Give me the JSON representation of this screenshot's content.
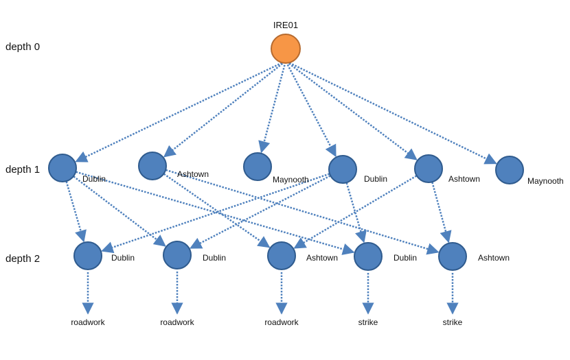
{
  "diagram": {
    "root_label": "IRE01",
    "depth_labels": [
      "depth 0",
      "depth 1",
      "depth 2"
    ],
    "depth1": [
      "Dublin",
      "Ashtown",
      "Maynooth",
      "Dublin",
      "Ashtown",
      "Maynooth"
    ],
    "depth2": [
      "Dublin",
      "Dublin",
      "Ashtown",
      "Dublin",
      "Ashtown"
    ],
    "leaves": [
      "roadwork",
      "roadwork",
      "roadwork",
      "strike",
      "strike"
    ],
    "edges_depth1_to_depth2": [
      [
        0,
        0
      ],
      [
        0,
        1
      ],
      [
        0,
        3
      ],
      [
        1,
        2
      ],
      [
        1,
        4
      ],
      [
        3,
        0
      ],
      [
        3,
        1
      ],
      [
        3,
        3
      ],
      [
        4,
        2
      ],
      [
        4,
        4
      ]
    ],
    "colors": {
      "root_fill": "#F79646",
      "root_stroke": "#B66A2E",
      "node_fill": "#4F81BD",
      "node_stroke": "#2F5B8E",
      "edge": "#4F81BD"
    }
  }
}
